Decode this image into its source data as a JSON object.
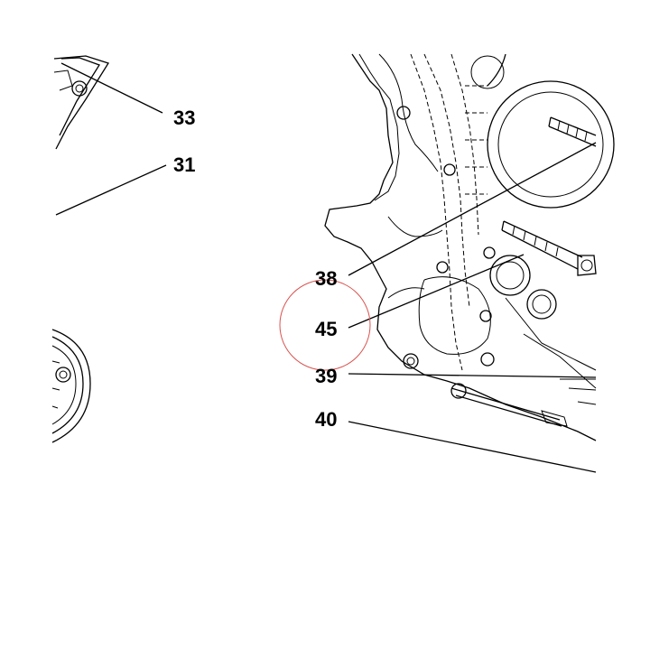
{
  "callouts": {
    "c33": "33",
    "c31": "31",
    "c38": "38",
    "c45": "45",
    "c39": "39",
    "c40": "40"
  },
  "colors": {
    "ink": "#000000",
    "highlight_circle": "#d9534f",
    "background": "#ffffff"
  }
}
